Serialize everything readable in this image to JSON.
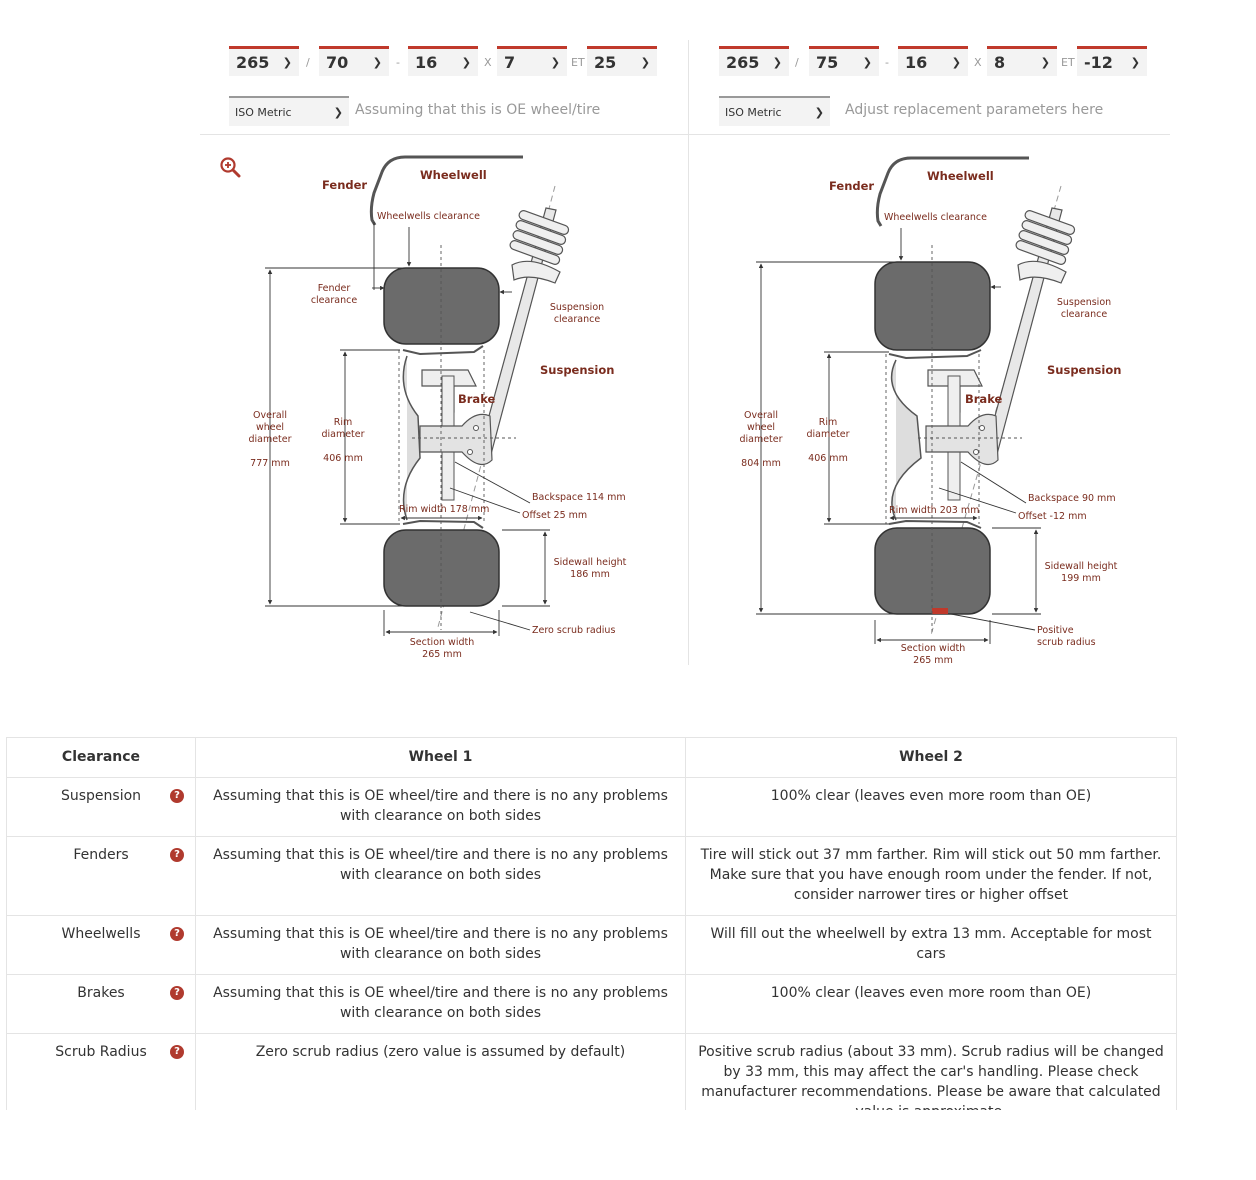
{
  "wheel1": {
    "width": "265",
    "aspect": "70",
    "rim": "16",
    "rim_width": "7",
    "offset": "25",
    "unit": "ISO Metric",
    "hint": "Assuming that this is OE wheel/tire",
    "diagram": {
      "overall": "777 mm",
      "rim_dia": "406 mm",
      "backspace": "Backspace 114 mm",
      "offset": "Offset 25 mm",
      "rim_width": "Rim width 178 mm",
      "sidewall": "186 mm",
      "section": "265 mm",
      "scrub1": "Zero scrub radius",
      "scrub2": ""
    }
  },
  "wheel2": {
    "width": "265",
    "aspect": "75",
    "rim": "16",
    "rim_width": "8",
    "offset": "-12",
    "unit": "ISO Metric",
    "hint": "Adjust replacement parameters here",
    "diagram": {
      "overall": "804 mm",
      "rim_dia": "406 mm",
      "backspace": "Backspace 90 mm",
      "offset": "Offset -12 mm",
      "rim_width": "Rim width 203 mm",
      "sidewall": "199 mm",
      "section": "265 mm",
      "scrub1": "Positive",
      "scrub2": "scrub radius"
    }
  },
  "separators": {
    "slash": "/",
    "dash": "-",
    "x": "X",
    "et": "ET"
  },
  "labels": {
    "fender": "Fender",
    "wheelwell": "Wheelwell",
    "wheelwells_clearance": "Wheelwells clearance",
    "fender_clearance_1": "Fender",
    "fender_clearance_2": "clearance",
    "suspension_clearance_1": "Suspension",
    "suspension_clearance_2": "clearance",
    "suspension": "Suspension",
    "brake": "Brake",
    "overall_1": "Overall",
    "overall_2": "wheel",
    "overall_3": "diameter",
    "rim_1": "Rim",
    "rim_2": "diameter",
    "sidewall_height": "Sidewall height",
    "section_width": "Section width"
  },
  "table": {
    "headers": [
      "Clearance",
      "Wheel 1",
      "Wheel 2"
    ],
    "help_glyph": "?",
    "rows": [
      {
        "name": "Suspension",
        "w1": "Assuming that this is OE wheel/tire and there is no any problems with clearance on both sides",
        "w2": "100% clear (leaves even more room than OE)"
      },
      {
        "name": "Fenders",
        "w1": "Assuming that this is OE wheel/tire and there is no any problems with clearance on both sides",
        "w2": "Tire will stick out 37 mm farther. Rim will stick out 50 mm farther. Make sure that you have enough room under the fender. If not, consider narrower tires or higher offset"
      },
      {
        "name": "Wheelwells",
        "w1": "Assuming that this is OE wheel/tire and there is no any problems with clearance on both sides",
        "w2": "Will fill out the wheelwell by extra 13 mm. Acceptable for most cars"
      },
      {
        "name": "Brakes",
        "w1": "Assuming that this is OE wheel/tire and there is no any problems with clearance on both sides",
        "w2": "100% clear (leaves even more room than OE)"
      },
      {
        "name": "Scrub Radius",
        "w1": "Zero scrub radius (zero value is assumed by default)",
        "w2": "Positive scrub radius (about 33 mm). Scrub radius will be changed by 33 mm, this may affect the car's handling. Please check manufacturer recommendations. Please be aware that calculated value is approximate."
      }
    ]
  }
}
